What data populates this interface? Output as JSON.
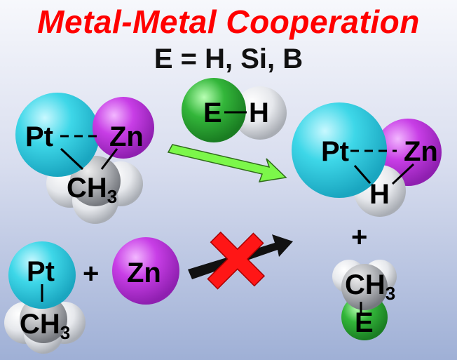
{
  "title": "Metal-Metal Cooperation",
  "subtitle": "E = H, Si, B",
  "atoms": {
    "pt": "Pt",
    "zn": "Zn",
    "ch": "CH",
    "three": "3",
    "e": "E",
    "h": "H"
  },
  "plus": "+",
  "colors": {
    "pt": "#3ed7e8",
    "zn": "#c83ee6",
    "h": "#e9ebee",
    "c": "#b9bbbf",
    "e": "#33b63a",
    "arrow": "#7cf74a",
    "cross": "#ff1616",
    "title": "#ff0000"
  }
}
